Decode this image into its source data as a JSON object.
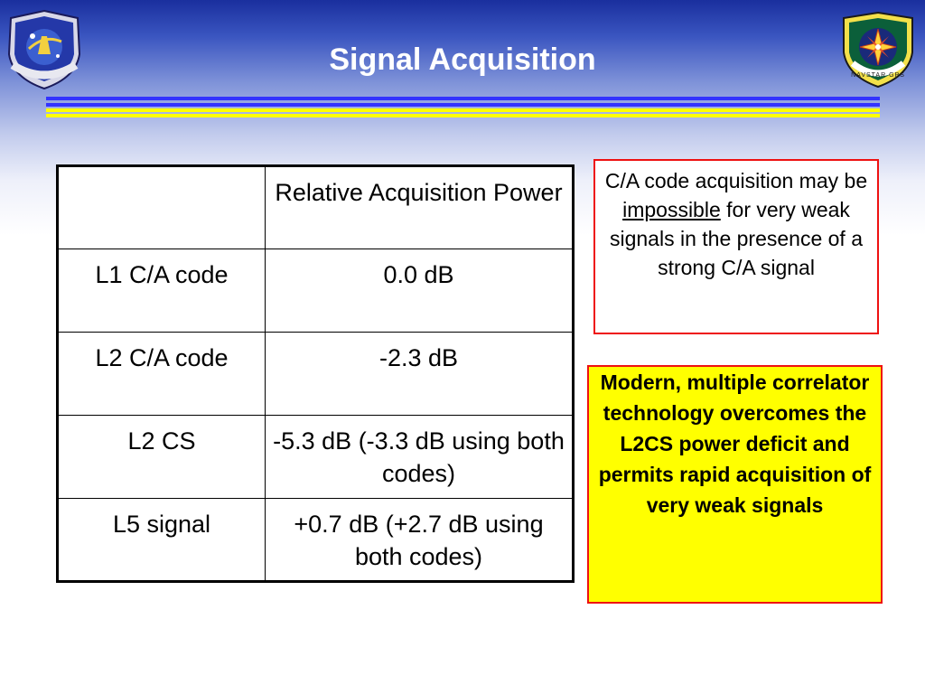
{
  "slide": {
    "title": "Signal Acquisition"
  },
  "table": {
    "header": [
      "",
      "Relative Acquisition Power"
    ],
    "rows": [
      {
        "signal": "L1 C/A code",
        "power": "0.0 dB"
      },
      {
        "signal": "L2 C/A code",
        "power": "-2.3 dB"
      },
      {
        "signal": "L2 CS",
        "power": "-5.3 dB (-3.3 dB using both codes)"
      },
      {
        "signal": "L5 signal",
        "power": "+0.7 dB (+2.7 dB using both codes)"
      }
    ]
  },
  "note": {
    "before": "C/A code acquisition may be ",
    "emphasis": "impossible",
    "after": " for very weak signals in the presence of a strong C/A signal",
    "border_color": "#ee1111"
  },
  "callout": {
    "text": "Modern, multiple correlator technology overcomes the L2CS power deficit and permits rapid acquisition of very weak signals",
    "background_color": "#ffff00",
    "border_color": "#ee1111"
  },
  "logos": {
    "left": "air-force-program-seal-icon",
    "right": "navstar-gps-emblem-icon",
    "right_ring_text": "NAVSTAR GPS"
  },
  "colors": {
    "title": "#ffffff",
    "rule_blue": "#3333ff",
    "rule_yellow": "#ffff00"
  }
}
